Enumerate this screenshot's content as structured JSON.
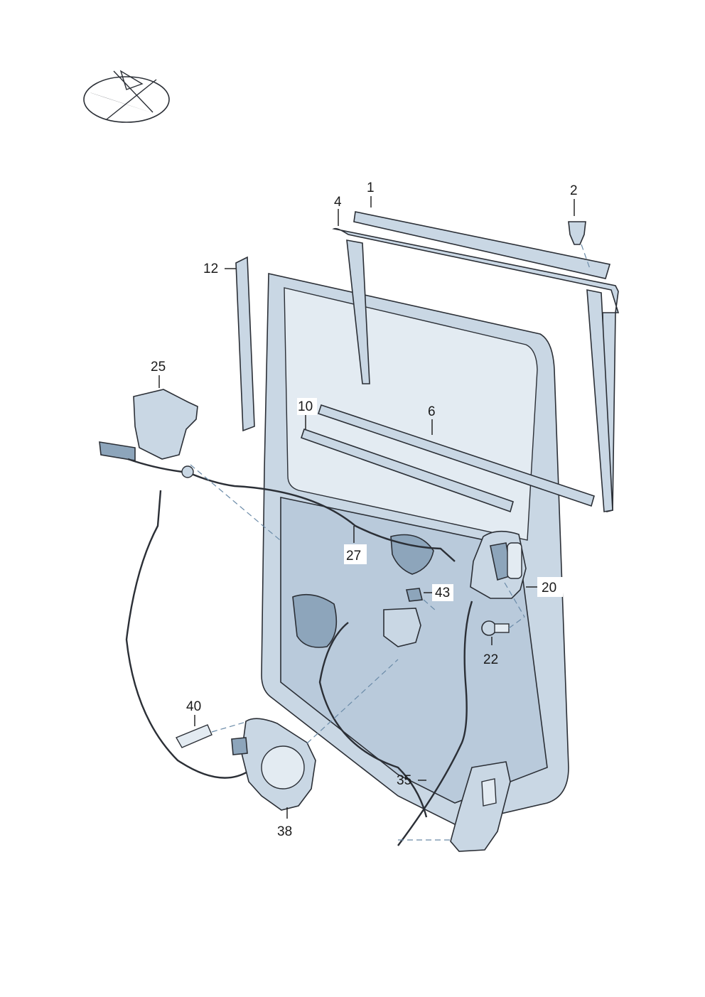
{
  "callouts": {
    "c1": "1",
    "c2": "2",
    "c4": "4",
    "c6": "6",
    "c10": "10",
    "c12": "12",
    "c20": "20",
    "c22": "22",
    "c25": "25",
    "c27": "27",
    "c35": "35",
    "c38": "38",
    "c40": "40",
    "c43": "43"
  },
  "colors": {
    "part": "#c9d7e4",
    "part_dark": "#8da5bb",
    "outline": "#2b2f36",
    "dashed_leader": "#6b8ba8"
  }
}
